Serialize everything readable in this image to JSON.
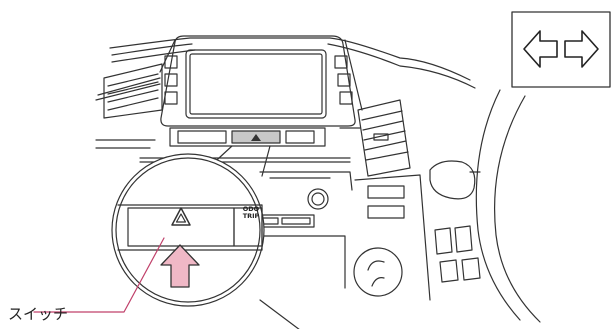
{
  "callout": {
    "label": "スイッチ"
  },
  "switch_panel": {
    "line1": "ODO",
    "line2": "TRIP"
  },
  "icons": {
    "hazard": "hazard-triangle-icon",
    "press_arrow": "arrow-up-icon",
    "toggle": "left-right-arrows-icon"
  },
  "colors": {
    "arrow_fill": "#f0b8c6",
    "callout_line": "#c0406a",
    "panel_gray": "#c8c8c8"
  }
}
